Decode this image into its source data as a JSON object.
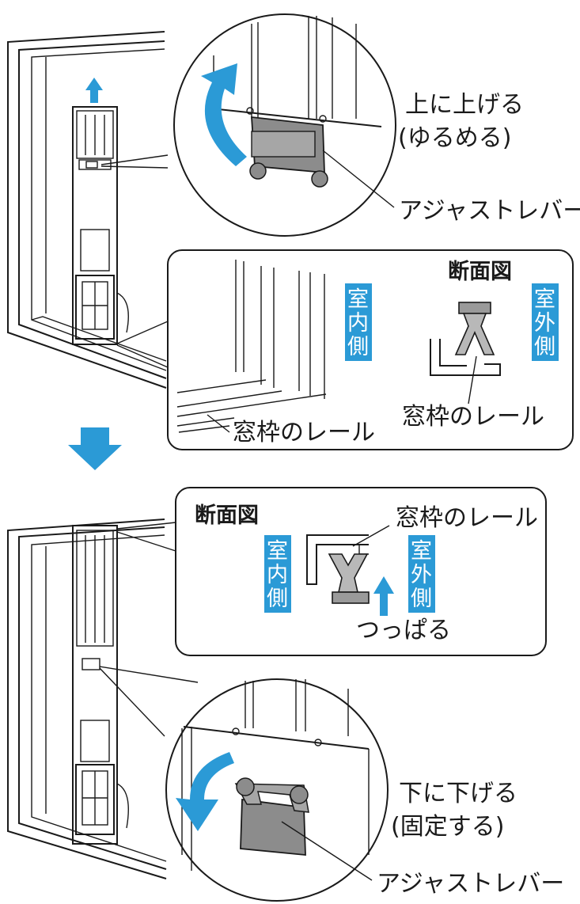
{
  "colors": {
    "accent_blue": "#2b9ad6",
    "line": "#1a1a1a",
    "lever_gray": "#8c8c8c",
    "rail_gray": "#9a9a9a",
    "panel_fill": "#ffffff"
  },
  "step1": {
    "action_label_line1": "上に上げる",
    "action_label_line2": "(ゆるめる)",
    "lever_label": "アジャストレバー",
    "section": {
      "title": "断面図",
      "indoor_label": "室内側",
      "outdoor_label": "室外側",
      "rail_label_left": "窓枠のレール",
      "rail_label_right": "窓枠のレール"
    }
  },
  "step2": {
    "section": {
      "title": "断面図",
      "indoor_label": "室内側",
      "outdoor_label": "室外側",
      "rail_label": "窓枠のレール",
      "pull_label": "つっぱる"
    },
    "action_label_line1": "下に下げる",
    "action_label_line2": "(固定する)",
    "lever_label": "アジャストレバー"
  },
  "icons": {
    "up_arrow": "arrow-up-icon",
    "down_big_arrow": "arrow-down-icon",
    "rotate_up": "rotate-up-arrow-icon",
    "rotate_down": "rotate-down-arrow-icon"
  }
}
